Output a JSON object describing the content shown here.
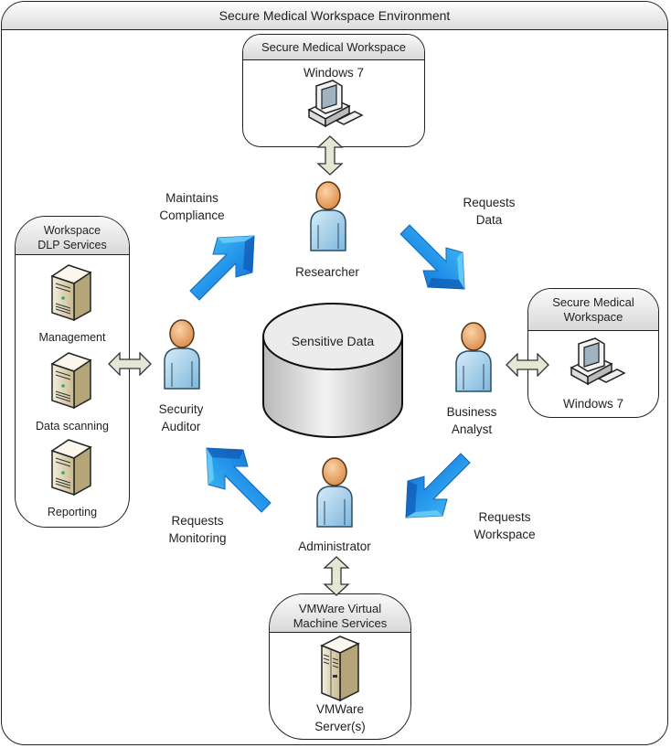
{
  "title": "Secure Medical Workspace Environment",
  "center": {
    "label": "Sensitive Data",
    "icon": "database-cylinder-icon"
  },
  "groups": {
    "top": {
      "header": "Secure Medical Workspace",
      "item_label": "Windows 7",
      "icon": "desktop-computer-icon"
    },
    "right": {
      "header_line1": "Secure Medical",
      "header_line2": "Workspace",
      "item_label": "Windows 7",
      "icon": "desktop-computer-icon"
    },
    "left": {
      "header_line1": "Workspace",
      "header_line2": "DLP Services",
      "items": [
        {
          "label": "Management",
          "icon": "tower-server-icon"
        },
        {
          "label": "Data scanning",
          "icon": "tower-server-icon"
        },
        {
          "label": "Reporting",
          "icon": "tower-server-icon"
        }
      ]
    },
    "bottom": {
      "header_line1": "VMWare Virtual",
      "header_line2": "Machine Services",
      "item_line1": "VMWare",
      "item_line2": "Server(s)",
      "icon": "rack-server-icon"
    }
  },
  "actors": {
    "researcher": {
      "label": "Researcher"
    },
    "auditor": {
      "line1": "Security",
      "line2": "Auditor"
    },
    "analyst": {
      "line1": "Business",
      "line2": "Analyst"
    },
    "administrator": {
      "label": "Administrator"
    }
  },
  "flows": {
    "compliance": {
      "line1": "Maintains",
      "line2": "Compliance"
    },
    "data": {
      "line1": "Requests",
      "line2": "Data"
    },
    "monitoring": {
      "line1": "Requests",
      "line2": "Monitoring"
    },
    "workspace": {
      "line1": "Requests",
      "line2": "Workspace"
    }
  },
  "colors": {
    "arrow_blue": "#1f8fe6",
    "connector_fill": "#e3e8d5",
    "person_body": "#a9cfe8",
    "person_head": "#f0a96a"
  }
}
